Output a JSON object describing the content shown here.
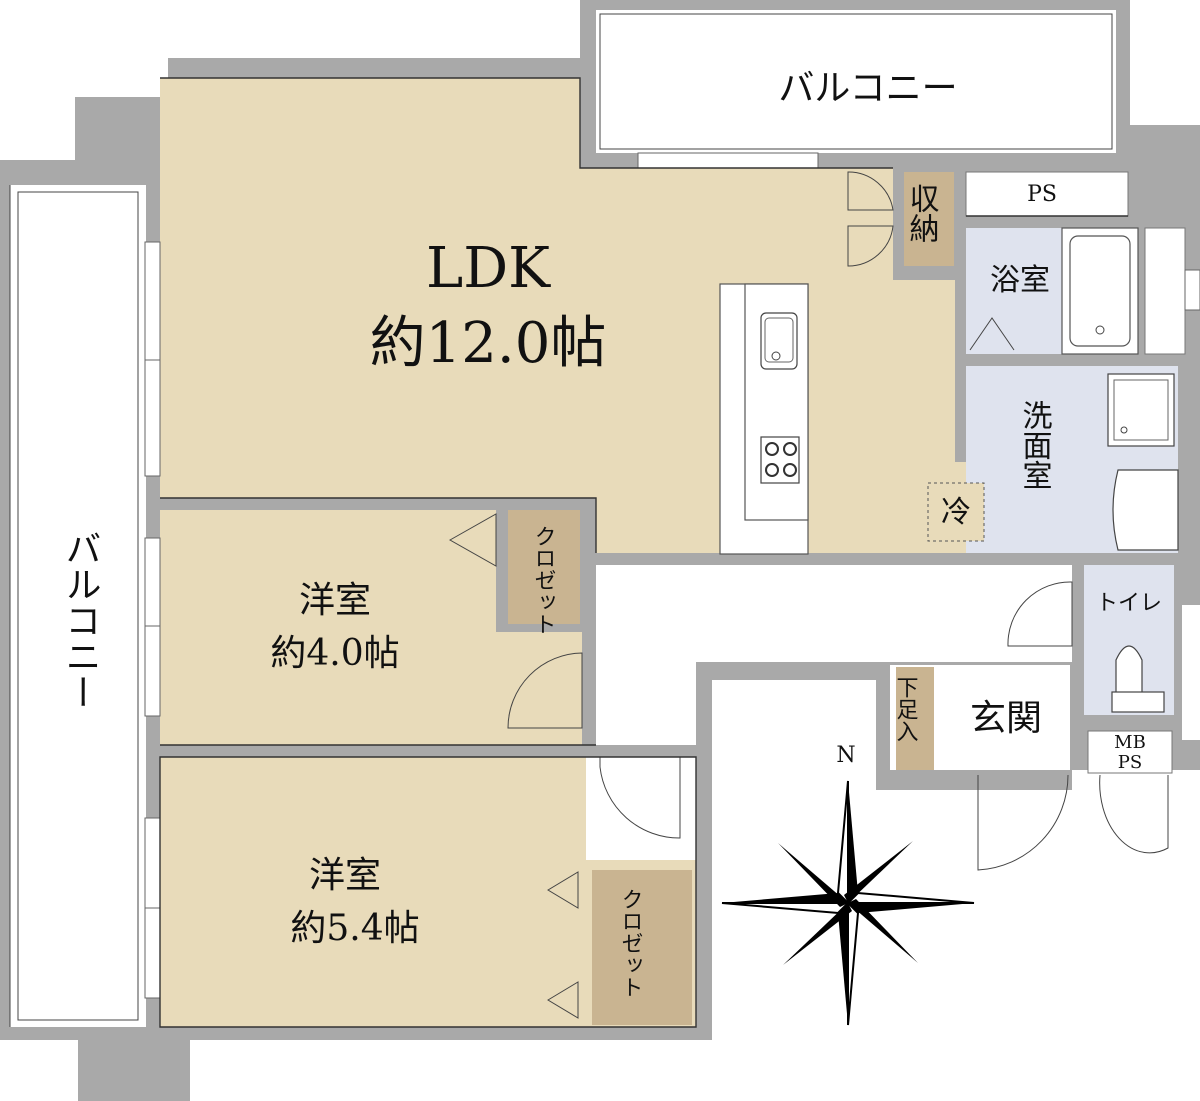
{
  "rooms": {
    "ldk": {
      "name": "LDK",
      "size": "約12.0帖"
    },
    "western1": {
      "name": "洋室",
      "size": "約4.0帖"
    },
    "western2": {
      "name": "洋室",
      "size": "約5.4帖"
    },
    "bath": "浴室",
    "washroom": "洗面室",
    "toilet": "トイレ",
    "entrance": "玄関",
    "storage": "収納",
    "closet_small": "クロゼット",
    "closet_large": "クロゼット",
    "shoe_box": "下足入",
    "fridge": "冷",
    "ps": "PS",
    "mbps_1": "MB",
    "mbps_2": "PS"
  },
  "balconies": {
    "top": "バルコニー",
    "left": "バルコニー"
  },
  "compass": {
    "north": "N"
  },
  "colors": {
    "wall": "#a9a9a9",
    "wood_floor": "#e8dbba",
    "wet_floor": "#dfe3ee",
    "closet": "#c9b491"
  }
}
